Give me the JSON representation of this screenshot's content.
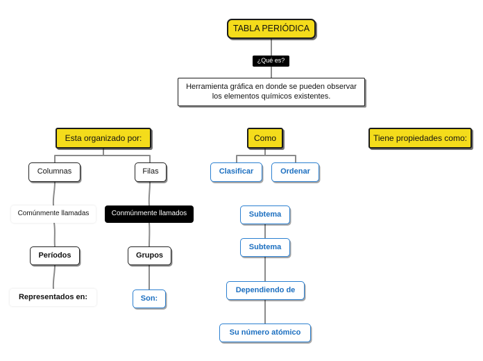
{
  "nodes": {
    "title": "TABLA PERIÓDICA",
    "question": "¿Qué es?",
    "definition": "Herramienta gráfica en donde se pueden observar los elementos químicos existentes.",
    "organized": "Esta organizado por:",
    "como": "Como",
    "properties": "Tiene propiedades como:",
    "columnas": "Columnas",
    "filas": "Filas",
    "clasificar": "Clasificar",
    "ordenar": "Ordenar",
    "comun_left": "Comúnmente llamadas",
    "comun_right": "Conmúnmente llamados",
    "periodos": "Períodos",
    "grupos": "Grupos",
    "representados": "Representados en:",
    "son": "Son:",
    "subtema1": "Subtema",
    "subtema2": "Subtema",
    "dependiendo": "Dependiendo de",
    "numero": "Su número atómico"
  },
  "colors": {
    "yellow": "#f4dc1b",
    "blue_text": "#1c6fc0",
    "blue_border": "#2a7fd0",
    "connector": "#8a8a8a",
    "black": "#000000"
  }
}
